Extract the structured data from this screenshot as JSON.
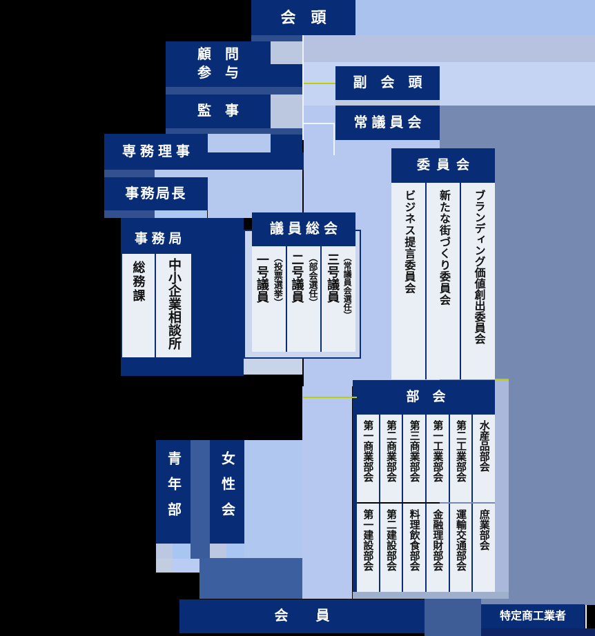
{
  "palette": {
    "navy": "#082c76",
    "slate_decor": "#2e4d8c",
    "panel_slate": "#7589b1",
    "light_blue": "#b7c8f0",
    "pale_blue": "#c6d4f4",
    "gray_blue": "#b6c2e0",
    "column_white": "#e9eff5",
    "connector_yellow": "#bccf00"
  },
  "nodes": {
    "president": {
      "label": "会　頭"
    },
    "advisors": {
      "line1": "顧　問",
      "line2": "参　与"
    },
    "auditor": {
      "label": "監　事"
    },
    "executive_director": {
      "label": "専務理事"
    },
    "secretary_general": {
      "label": "事務局長"
    },
    "secretariat": {
      "label": "事務局",
      "departments": [
        {
          "label": "総務課"
        },
        {
          "label": "中小企業相談所"
        }
      ]
    },
    "vice_president": {
      "label": "副　会　頭"
    },
    "standing_council": {
      "label": "常議員会"
    },
    "general_assembly": {
      "label": "議員総会",
      "members": [
        {
          "label": "一号議員",
          "note": "（投票選挙）"
        },
        {
          "label": "二号議員",
          "note": "（部会選任）"
        },
        {
          "label": "三号議員",
          "note": "（常議員会選任）"
        }
      ]
    },
    "committees": {
      "label": "委員会",
      "items": [
        "ビジネス提言委員会",
        "新たな街づくり委員会",
        "ブランディング価値創出委員会"
      ]
    },
    "sections": {
      "label": "部　会",
      "row1": [
        "第一商業部会",
        "第二商業部会",
        "第三商業部会",
        "第一工業部会",
        "第二工業部会",
        "水産品部会"
      ],
      "row2": [
        "第一建設部会",
        "第二建設部会",
        "料理飲食部会",
        "金融理財部会",
        "運輸交通部会",
        "庶業部会"
      ]
    },
    "youth_division": {
      "label": "青年部"
    },
    "womens_association": {
      "label": "女性会"
    },
    "members": {
      "label": "会　　員"
    },
    "designated_traders": {
      "label": "特定商工業者"
    }
  }
}
